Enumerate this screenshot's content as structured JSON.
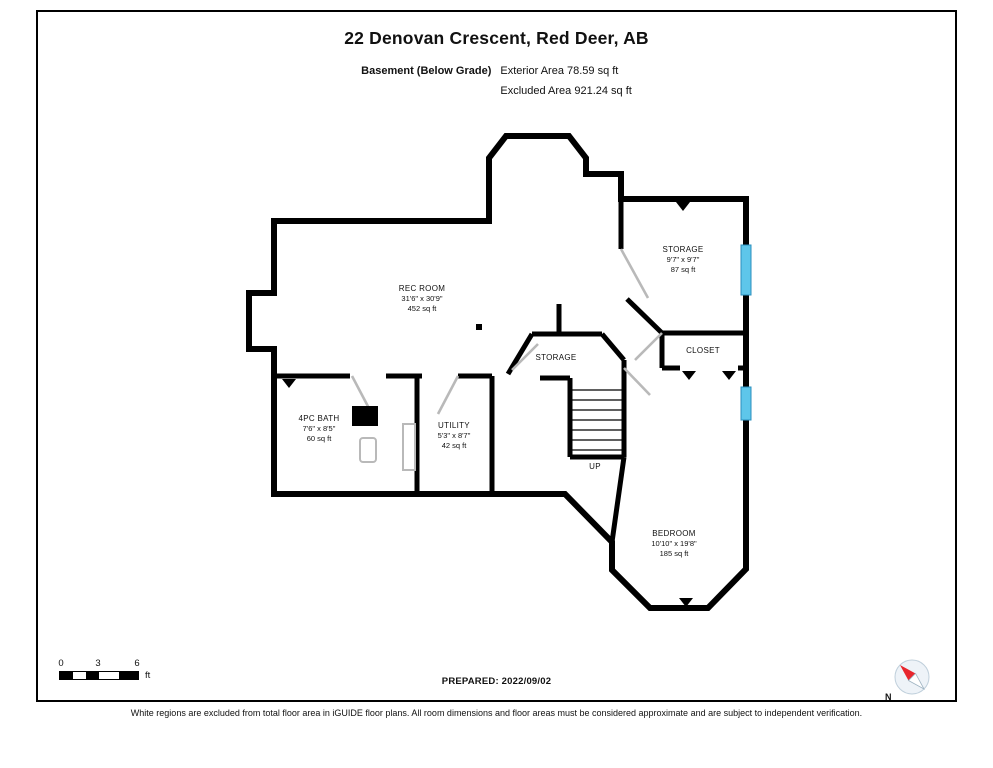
{
  "header": {
    "title": "22 Denovan Crescent, Red Deer, AB",
    "floor_label": "Basement (Below Grade)",
    "exterior_area": "Exterior Area 78.59 sq ft",
    "excluded_area": "Excluded Area 921.24 sq ft"
  },
  "rooms": {
    "rec_room": {
      "name": "REC ROOM",
      "dims": "31'6\" x 30'9\"",
      "area": "452 sq ft"
    },
    "storage": {
      "name": "STORAGE",
      "dims": "9'7\" x 9'7\"",
      "area": "87 sq ft"
    },
    "closet": {
      "name": "CLOSET"
    },
    "storage_small": {
      "name": "STORAGE"
    },
    "bath": {
      "name": "4PC BATH",
      "dims": "7'6\" x 8'5\"",
      "area": "60 sq ft"
    },
    "utility": {
      "name": "UTILITY",
      "dims": "5'3\" x 8'7\"",
      "area": "42 sq ft"
    },
    "stairs": {
      "label": "UP"
    },
    "bedroom": {
      "name": "BEDROOM",
      "dims": "10'10\" x 19'8\"",
      "area": "185 sq ft"
    }
  },
  "footer": {
    "scale": {
      "zero": "0",
      "three": "3",
      "six": "6",
      "unit": "ft"
    },
    "prepared": "PREPARED: 2022/09/02",
    "compass_label": "N"
  },
  "disclaimer": "White regions are excluded from total floor area in iGUIDE floor plans. All room dimensions and floor areas must be considered approximate and are subject to independent verification.",
  "colors": {
    "wall": "#000000",
    "window": "#5EC6EA",
    "window_edge": "#2b8fbe",
    "door_swing": "#b9b9b9",
    "compass_red": "#e8262d"
  }
}
